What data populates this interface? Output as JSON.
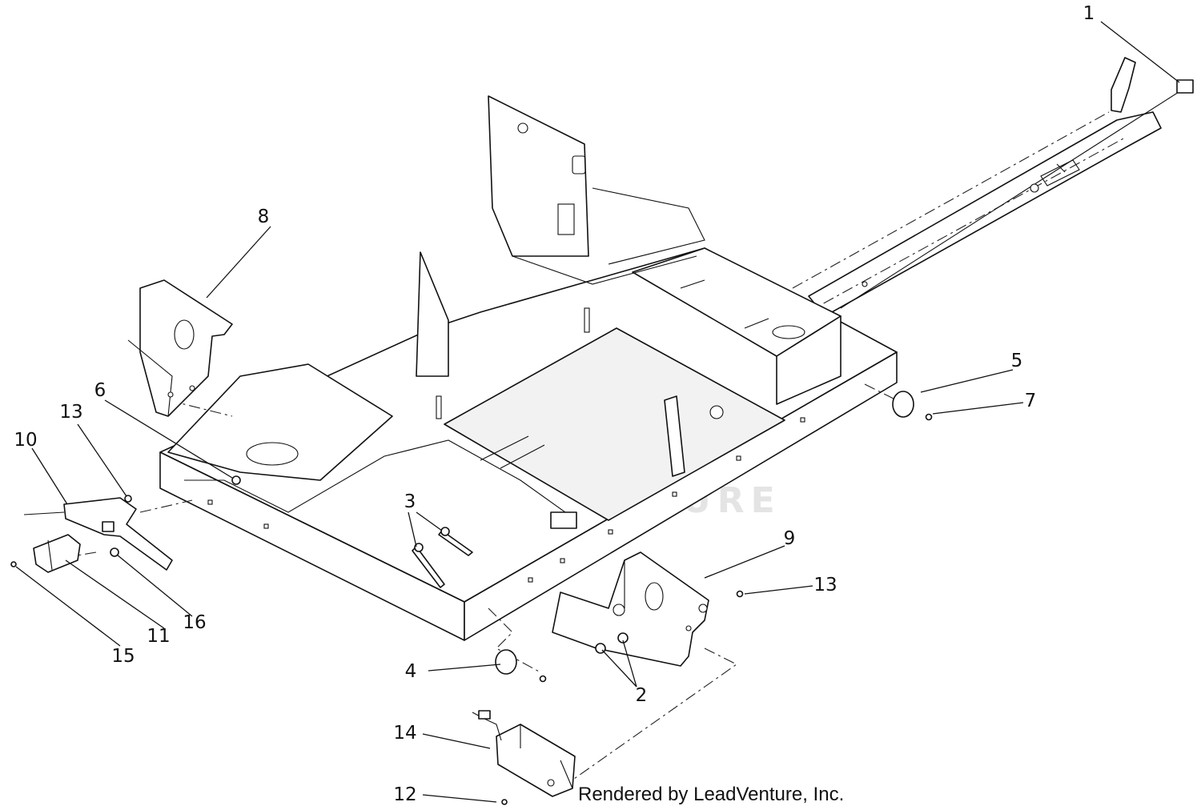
{
  "watermark_text": "LEADVENTURE",
  "credit_text": "Rendered by LeadVenture, Inc.",
  "callouts": {
    "c1": "1",
    "c2": "2",
    "c3": "3",
    "c4": "4",
    "c5": "5",
    "c6": "6",
    "c7": "7",
    "c8": "8",
    "c9": "9",
    "c10": "10",
    "c11": "11",
    "c12": "12",
    "c13a": "13",
    "c13b": "13",
    "c14": "14",
    "c15": "15",
    "c16": "16"
  }
}
